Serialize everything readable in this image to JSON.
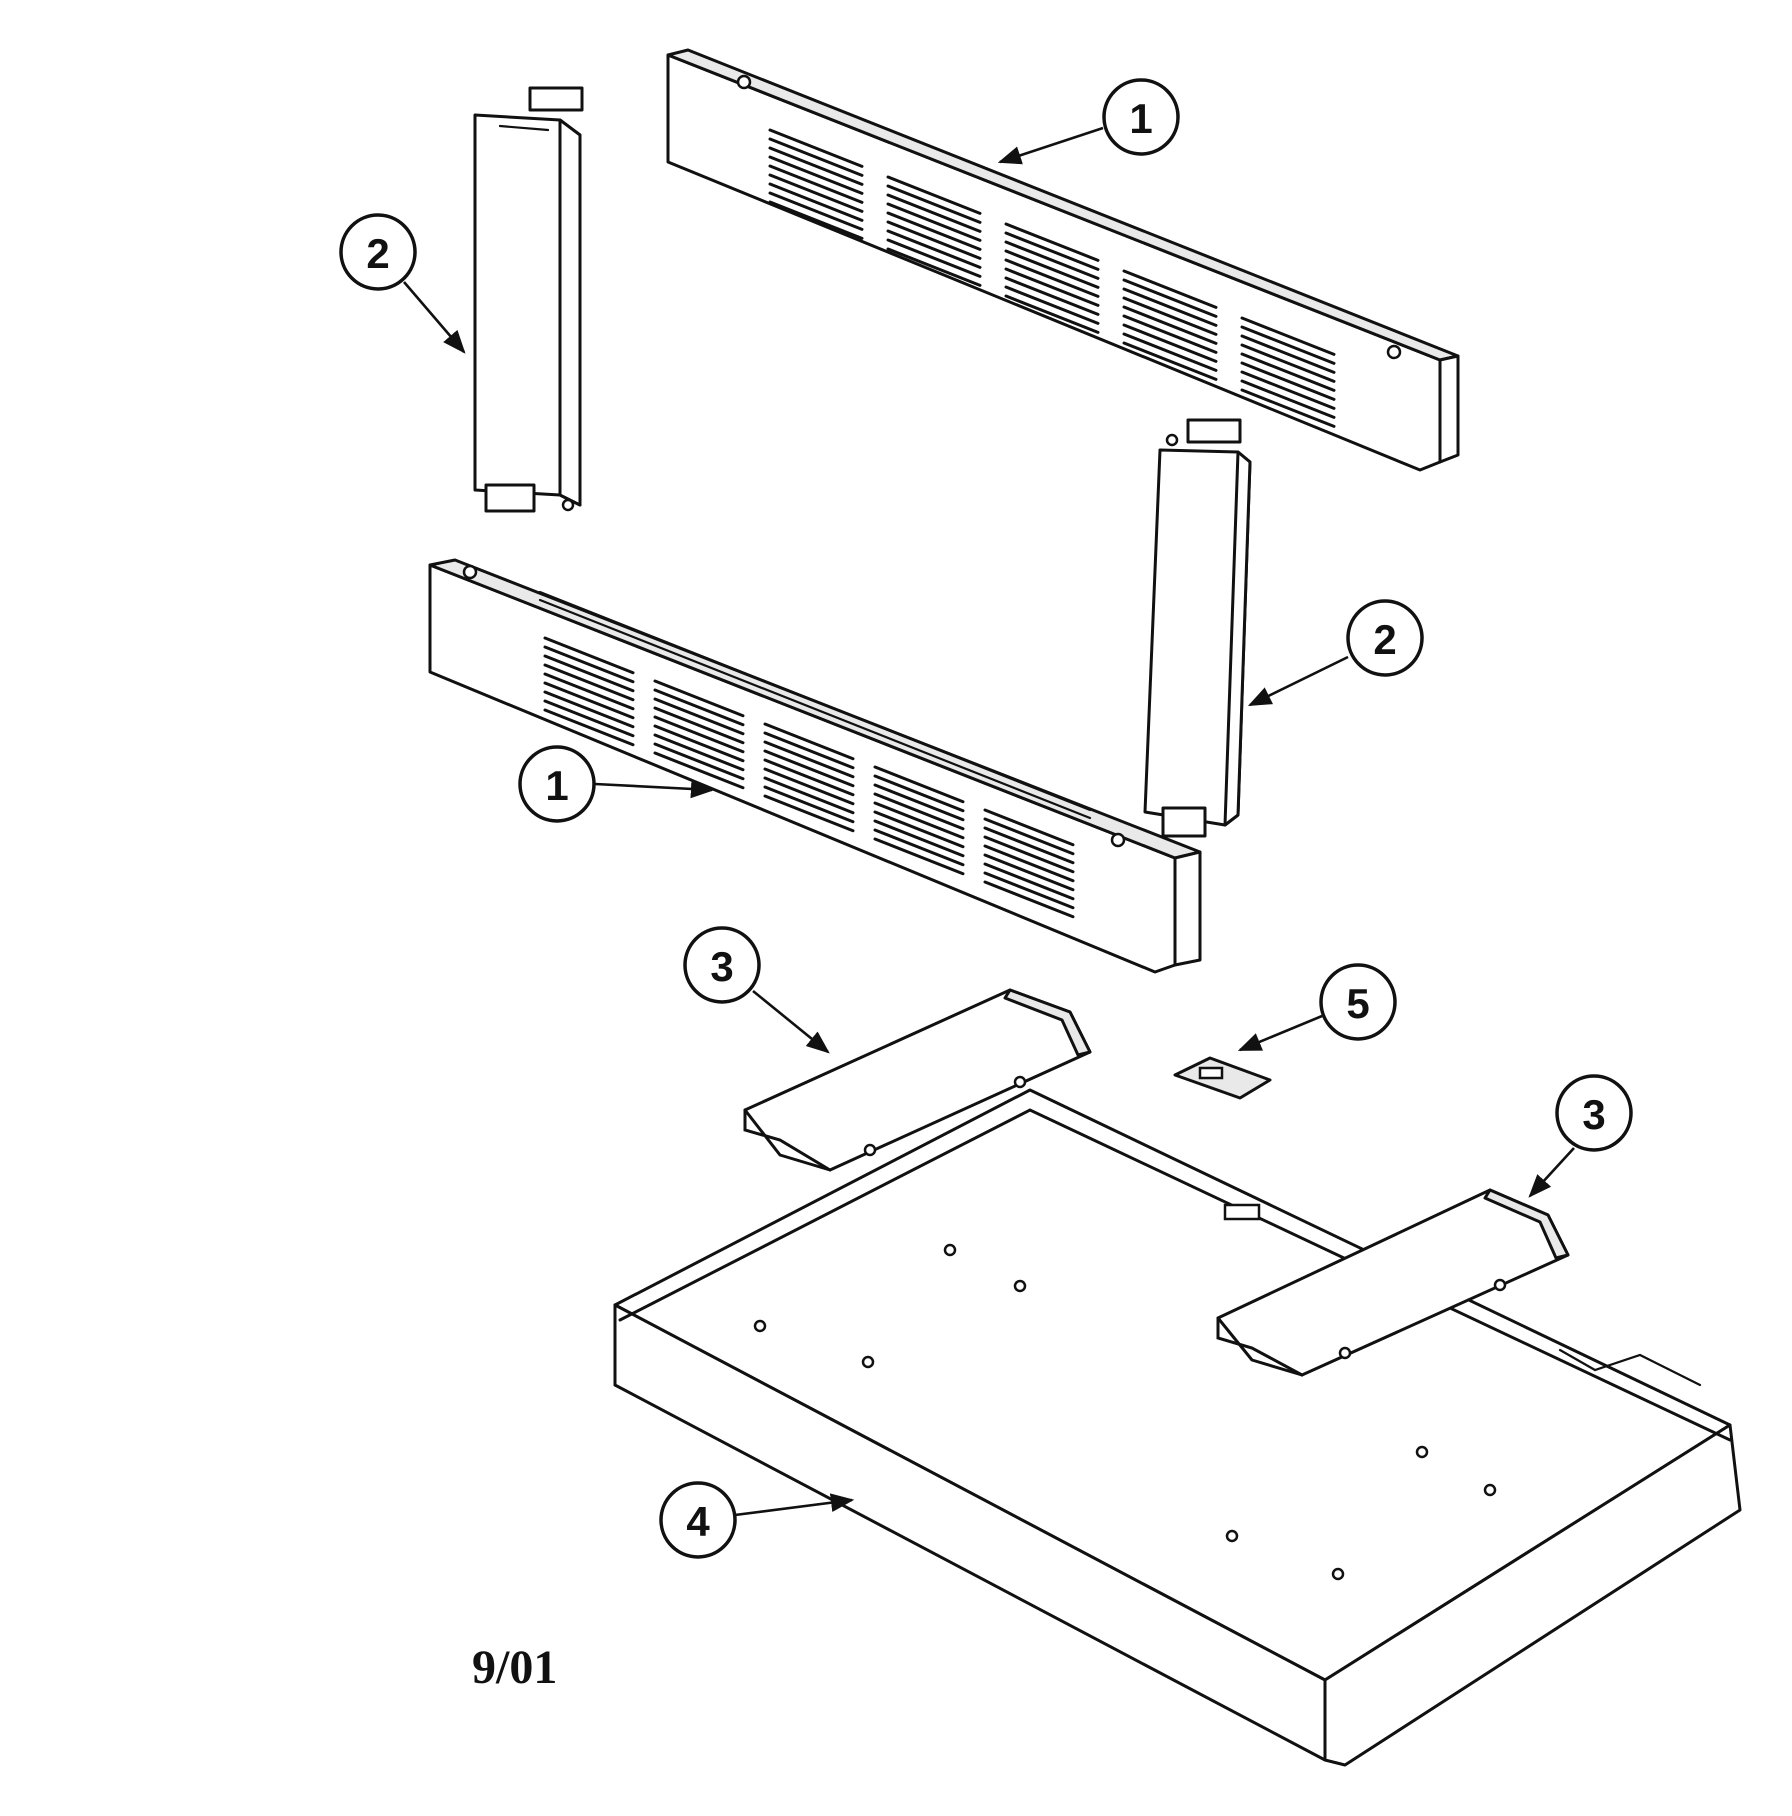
{
  "callouts": [
    {
      "id": "c1a",
      "label": "1"
    },
    {
      "id": "c2a",
      "label": "2"
    },
    {
      "id": "c2b",
      "label": "2"
    },
    {
      "id": "c1b",
      "label": "1"
    },
    {
      "id": "c3a",
      "label": "3"
    },
    {
      "id": "c5",
      "label": "5"
    },
    {
      "id": "c3b",
      "label": "3"
    },
    {
      "id": "c4",
      "label": "4"
    }
  ],
  "date_code": "9/01"
}
